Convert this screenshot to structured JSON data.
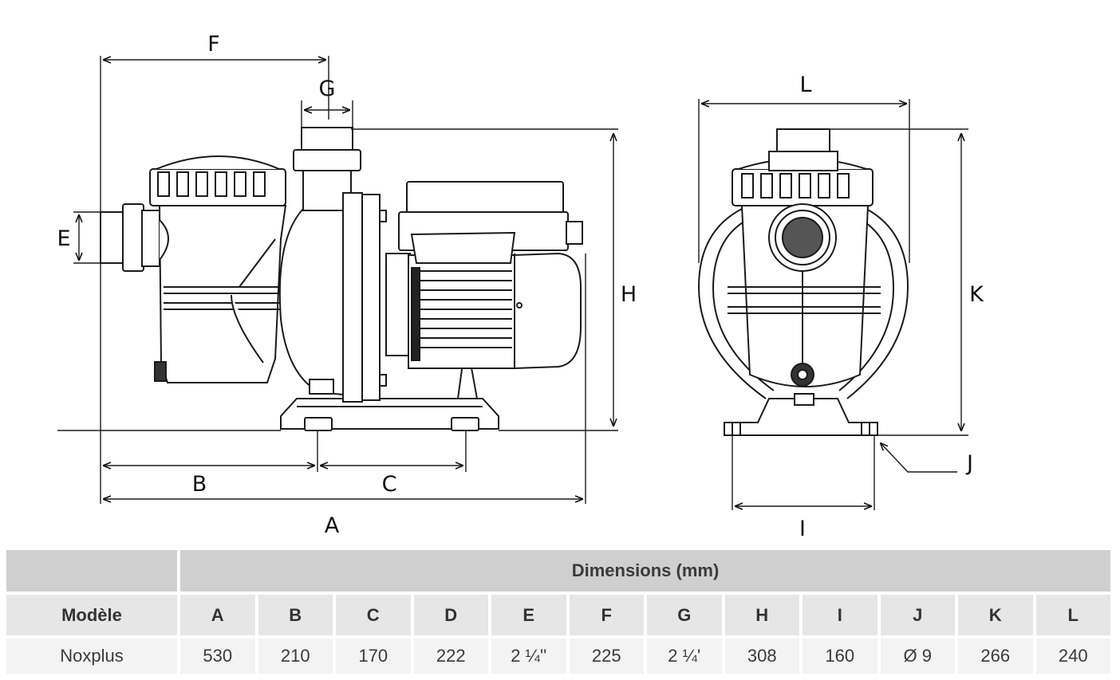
{
  "drawing_labels": {
    "A": "A",
    "B": "B",
    "C": "C",
    "E": "E",
    "F": "F",
    "G": "G",
    "H": "H",
    "I": "I",
    "J": "J",
    "K": "K",
    "L": "L"
  },
  "table": {
    "group_header": "Dimensions (mm)",
    "model_header": "Modèle",
    "columns": [
      "A",
      "B",
      "C",
      "D",
      "E",
      "F",
      "G",
      "H",
      "I",
      "J",
      "K",
      "L"
    ],
    "rows": [
      {
        "model": "Noxplus",
        "values": [
          "530",
          "210",
          "170",
          "222",
          "2 ¼''",
          "225",
          "2 ¼'",
          "308",
          "160",
          "Ø 9",
          "266",
          "240"
        ]
      }
    ]
  }
}
